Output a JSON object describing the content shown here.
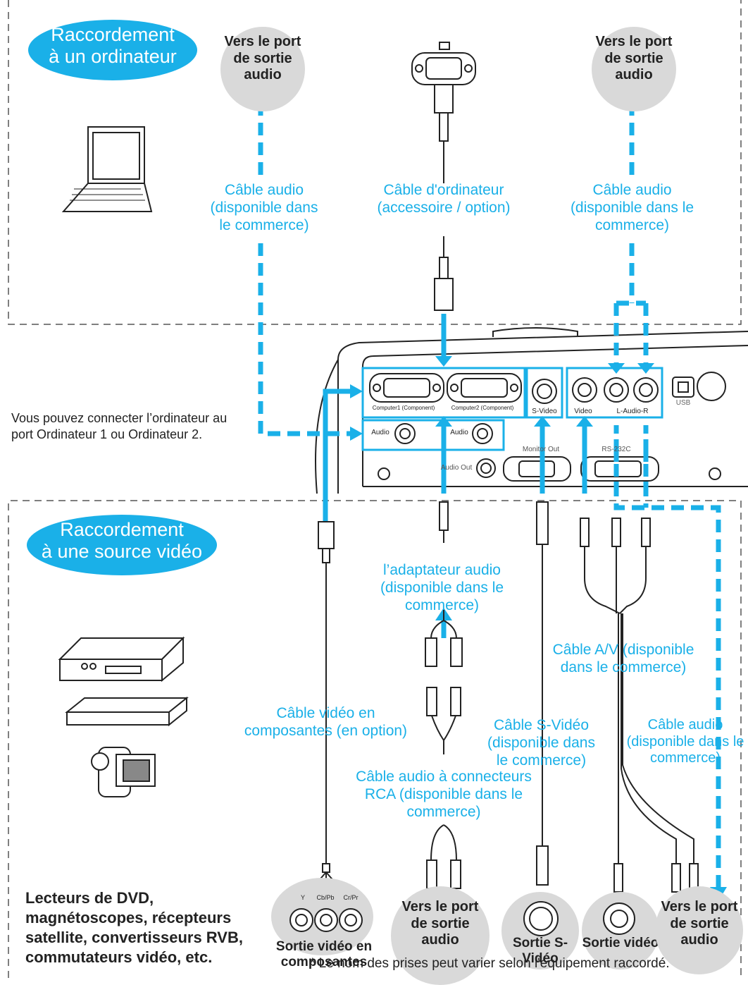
{
  "top_panel": {
    "title_line1": "Raccordement",
    "title_line2": "à un ordinateur",
    "audio_port_left": "Vers le port de sortie audio",
    "audio_port_right": "Vers le port de sortie audio",
    "cable_audio_left": "Câble audio (disponible dans le commerce)",
    "cable_computer": "Câble d'ordinateur (accessoire / option)",
    "cable_audio_right": "Câble audio (disponible dans le commerce)"
  },
  "middle": {
    "note": "Vous pouvez connecter l’ordinateur au port Ordinateur 1 ou Ordinateur 2.",
    "port_labels": {
      "computer1": "Computer1 (Component)",
      "computer2": "Computer2 (Component)",
      "audio1": "Audio",
      "audio2": "Audio",
      "svideo": "S-Video",
      "video": "Video",
      "laudior": "L-Audio-R",
      "usb": "USB",
      "monitor_out": "Monitor Out",
      "rs232c": "RS-232C",
      "audio_out": "Audio Out"
    }
  },
  "bottom_panel": {
    "title_line1": "Raccordement",
    "title_line2": "à une source vidéo",
    "cable_component": "Câble vidéo en composantes (en option)",
    "adapter_audio": "l’adaptateur audio (disponible dans le commerce)",
    "cable_rca": "Câble audio à connecteurs RCA (disponible dans le commerce)",
    "cable_svideo": "Câble S-Vidéo (disponible dans le commerce)",
    "cable_av": "Câble A/V (disponible dans le commerce)",
    "cable_audio": "Câble audio (disponible dans le commerce)",
    "component_jack_labels": [
      "Y",
      "Cb/Pb",
      "Cr/Pr"
    ],
    "out_component": "Sortie vidéo en composantes",
    "out_audio_mid": "Vers le port de sortie audio",
    "out_svideo": "Sortie S-Vidéo",
    "out_video": "Sortie vidéo",
    "out_audio_right": "Vers le port de sortie audio",
    "devices_list": "Lecteurs de DVD, magnétoscopes, récepteurs satellite, convertisseurs RVB, commutateurs vidéo, etc.",
    "footnote": "* Le nom des prises peut varier selon l'équipement raccordé."
  },
  "colors": {
    "accent": "#1ab0e8",
    "bubble": "#d9d9d9",
    "line": "#222222"
  }
}
